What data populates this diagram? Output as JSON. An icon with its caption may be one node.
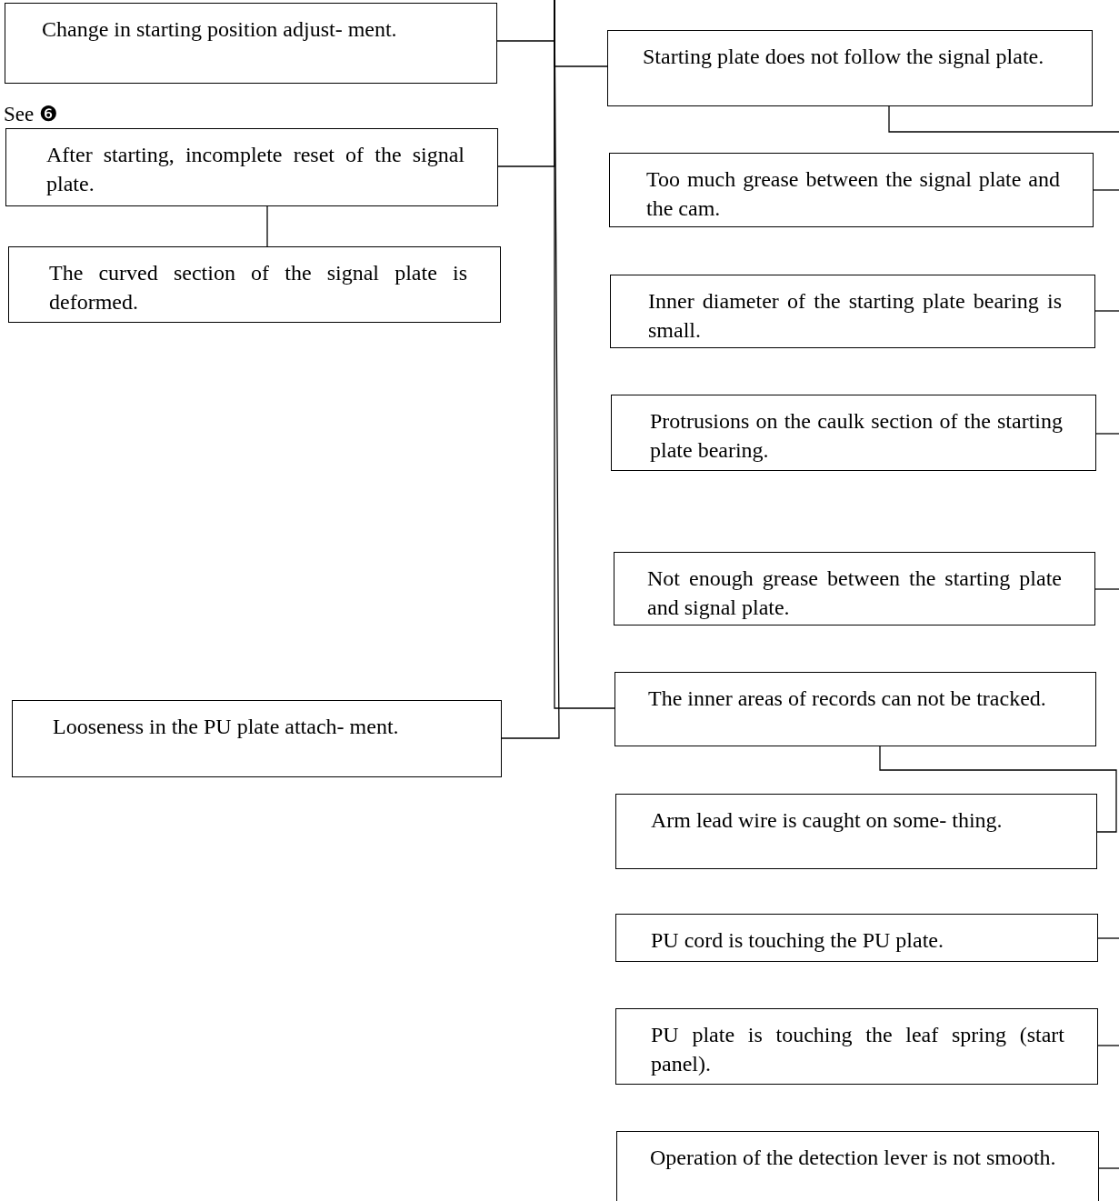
{
  "diagram": {
    "nodes": [
      {
        "text": [
          "Change in starting position adjust- ment."
        ]
      },
      {
        "text": [
          "After starting, incomplete reset of the signal plate."
        ]
      },
      {
        "text": [
          "The curved section of the signal plate is deformed."
        ]
      },
      {
        "text": [
          "Looseness in the PU plate attach- ment."
        ]
      },
      {
        "text": [
          "Starting plate does not follow the signal plate."
        ]
      },
      {
        "text": [
          "Too much grease between the signal plate and the cam."
        ]
      },
      {
        "text": [
          "Inner diameter of the starting plate bearing is small."
        ]
      },
      {
        "text": [
          "Protrusions on the caulk section of the starting plate bearing."
        ]
      },
      {
        "text": [
          "Not enough grease between the starting plate and signal plate."
        ]
      },
      {
        "text": [
          "The inner areas of records can not be tracked."
        ]
      },
      {
        "text": [
          "Arm lead wire is caught on some- thing."
        ]
      },
      {
        "text": [
          "PU cord is touching the PU plate."
        ]
      },
      {
        "text": [
          "PU plate is touching the leaf spring (start panel)."
        ]
      },
      {
        "text": [
          "Operation of the detection lever is not smooth."
        ]
      }
    ],
    "edges": [
      {
        "from": 0,
        "to": null,
        "arrow": "none"
      },
      {
        "from": 1,
        "to": null,
        "arrow": "none"
      },
      {
        "from": 3,
        "to": null,
        "arrow": "none"
      },
      {
        "from": 4,
        "to": null,
        "arrow": "none"
      },
      {
        "from": 9,
        "to": null,
        "arrow": "none"
      },
      {
        "from": 1,
        "to": 2,
        "arrow": "none"
      },
      {
        "from": 4,
        "to": null,
        "arrow": "none"
      },
      {
        "from": 5,
        "to": null,
        "arrow": "none"
      },
      {
        "from": 6,
        "to": null,
        "arrow": "none"
      },
      {
        "from": 7,
        "to": null,
        "arrow": "none"
      },
      {
        "from": 8,
        "to": null,
        "arrow": "none"
      },
      {
        "from": 10,
        "to": 9,
        "arrow": "none"
      },
      {
        "from": 11,
        "to": null,
        "arrow": "none"
      },
      {
        "from": 12,
        "to": null,
        "arrow": "none"
      },
      {
        "from": 13,
        "to": null,
        "arrow": "none"
      }
    ],
    "labels": [
      "See ❻"
    ]
  }
}
